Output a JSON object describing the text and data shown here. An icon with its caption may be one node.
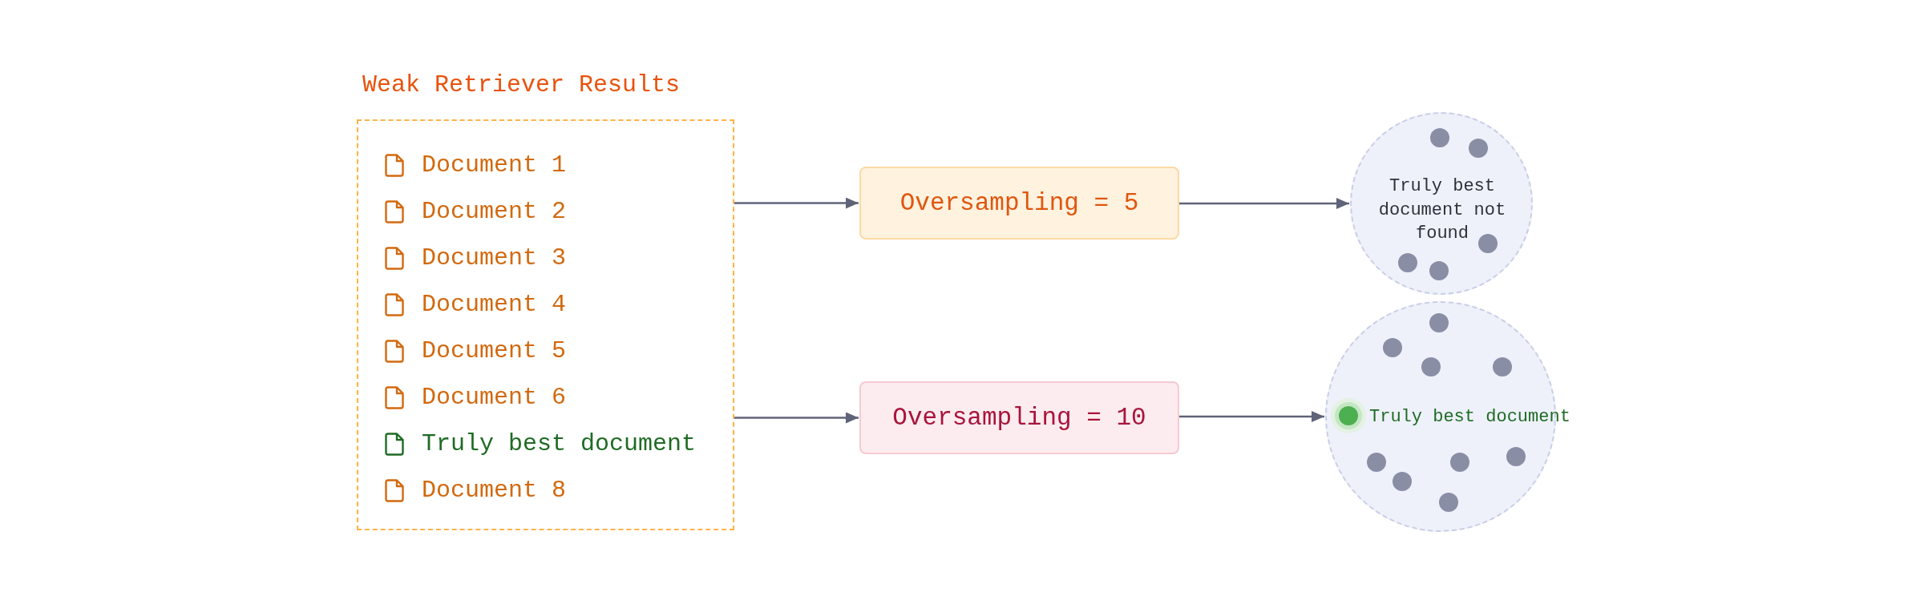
{
  "diagram": {
    "nodes": [
      {
        "text": [
          "Weak Retriever Results"
        ]
      },
      {
        "text": [
          "Document 1"
        ],
        "in": 0
      },
      {
        "text": [
          "Document 2"
        ],
        "in": 0
      },
      {
        "text": [
          "Document 3"
        ],
        "in": 0
      },
      {
        "text": [
          "Document 4"
        ],
        "in": 0
      },
      {
        "text": [
          "Document 5"
        ],
        "in": 0
      },
      {
        "text": [
          "Document 6"
        ],
        "in": 0
      },
      {
        "text": [
          "Truly best document"
        ],
        "in": 0
      },
      {
        "text": [
          "Document 8"
        ],
        "in": 0
      },
      {
        "text": [
          "Oversampling = 5"
        ]
      },
      {
        "text": [
          "Oversampling = 10"
        ]
      },
      {
        "text": [
          "Truly best document not found"
        ]
      },
      {
        "text": [
          "Truly best document"
        ]
      }
    ],
    "edges": [
      {
        "from": 0,
        "to": 9,
        "arrow": "to"
      },
      {
        "from": 0,
        "to": 10,
        "arrow": "to"
      },
      {
        "from": 9,
        "to": 11,
        "arrow": "to"
      },
      {
        "from": 10,
        "to": 12,
        "arrow": "to"
      }
    ]
  }
}
